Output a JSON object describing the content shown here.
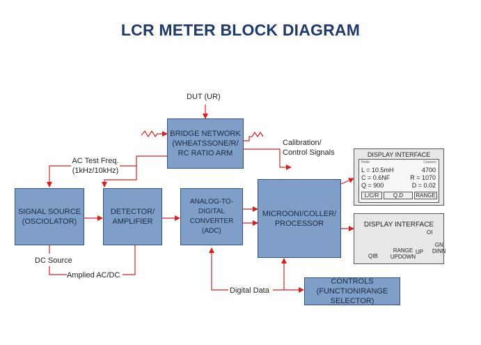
{
  "title": "LCR METER BLOCK DIAGRAM",
  "blocks": {
    "bridge": "BRIDGE NETWORK\n(WHEATSSONE/R/\nRC RATIO ARM",
    "signal_source": "SIGNAL SOURCE\n(OSCIOLATOR)",
    "detector": "DETECTOR/\nAMPLIFIER",
    "adc": "ANALOG-TO-DIGITAL\nCONVERTER\n(ADC)",
    "processor": "MICROONI/COLLER/\nPROCESSOR",
    "controls": "CONTROLS\n(FUNCTIONIRANGE SELECTOR)"
  },
  "labels": {
    "dut": "DUT (UR)",
    "ac_test": "AC Test Freq.\n(1kHz/10kHz)",
    "calibration": "Calibration/\nControl Signals",
    "dc_source": "DC Source",
    "amplified": "Amplied AC/DC",
    "digital_data": "Digital Data"
  },
  "display1": {
    "title": "DISPLAY INTERFACE",
    "header_left": "Hode",
    "header_right": "Ceseecr",
    "l_value": "L = 10.5mH",
    "r1_value": "4700",
    "c_value": "C = 0.6NF",
    "r2_value": "R = 1070",
    "q_value": "Q = 900",
    "d_value": "D = 0.02",
    "buttons": [
      "L/C/R",
      "Q.D",
      "RANGE"
    ]
  },
  "display2": {
    "title": "DISPLAY INTERFACE",
    "qib": "QIB",
    "range": "RANGE\nUPDOWN",
    "oi": "OI",
    "gn": "GN\nDINN",
    "up": "UP"
  },
  "colors": {
    "block_fill": "#7f9fc8",
    "block_border": "#36527c",
    "arrow": "#d42020",
    "title": "#1f3a68"
  }
}
